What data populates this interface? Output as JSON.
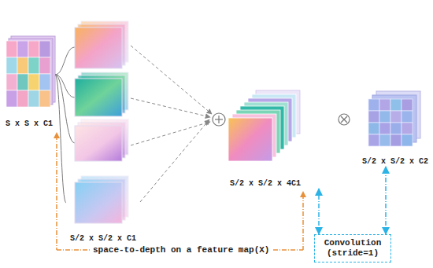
{
  "diagram": {
    "nodes": [
      {
        "text": [
          "S x S x C1"
        ]
      },
      {
        "text": [
          "S/2 x S/2 x C1"
        ]
      },
      {
        "text": [
          "S/2 x S/2 x 4C1"
        ]
      },
      {
        "text": [
          "S/2 x S/2 x C2"
        ]
      },
      {
        "text": [
          "Convolution (stride=1)"
        ]
      }
    ],
    "edges": [
      {
        "from": 0,
        "to": 1,
        "arrow": "none"
      },
      {
        "from": 1,
        "to": 2,
        "arrow": "to"
      },
      {
        "from": 4,
        "to": 2,
        "arrow": "both"
      },
      {
        "from": 4,
        "to": 3,
        "arrow": "both"
      }
    ],
    "labels": [
      "space-to-depth on a feature map(X)"
    ]
  }
}
